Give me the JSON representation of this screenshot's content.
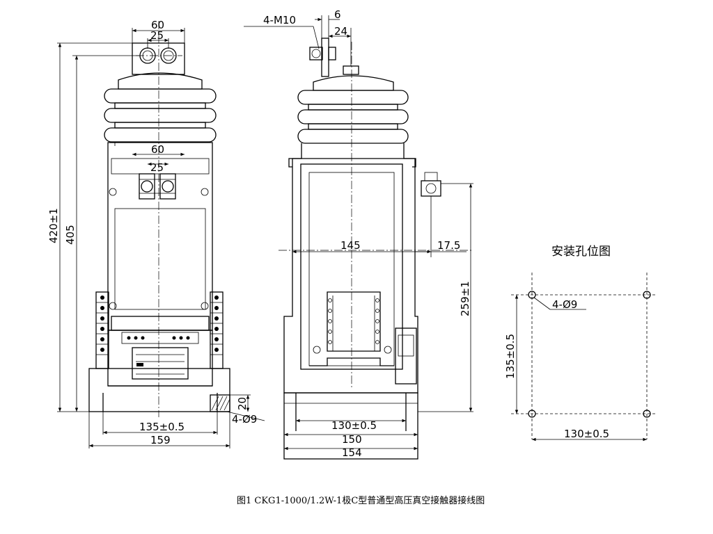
{
  "caption": "图1 CKG1-1000/1.2W-1极C型普通型高压真空接触器接线图",
  "front_view": {
    "dim_60_top": "60",
    "dim_25_top": "25",
    "dim_60_mid": "60",
    "dim_25_mid": "25",
    "dim_height_total": "420±1",
    "dim_height_405": "405",
    "dim_mount_span": "135±0.5",
    "dim_width": "159",
    "dim_20": "20",
    "dim_hole": "4-Ø9"
  },
  "side_view": {
    "bolt_label": "4-M10",
    "dim_6": "6",
    "dim_24": "24",
    "dim_145": "145",
    "dim_17_5": "17.5",
    "dim_259": "259±1",
    "dim_mount_span": "130±0.5",
    "dim_150": "150",
    "dim_154": "154"
  },
  "hole_layout": {
    "title": "安装孔位图",
    "hole_label": "4-Ø9",
    "dim_vertical": "135±0.5",
    "dim_horizontal": "130±0.5"
  }
}
